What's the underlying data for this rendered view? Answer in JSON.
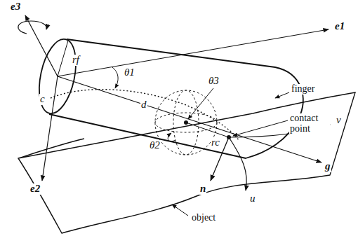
{
  "diagram": {
    "labels": [
      "e3",
      "e1",
      "rf",
      "θ1",
      "θ3",
      "finger",
      "c",
      "d",
      "contact point",
      "θ2",
      "rc",
      "g",
      "e2",
      "n",
      "v",
      "u",
      "object"
    ]
  }
}
